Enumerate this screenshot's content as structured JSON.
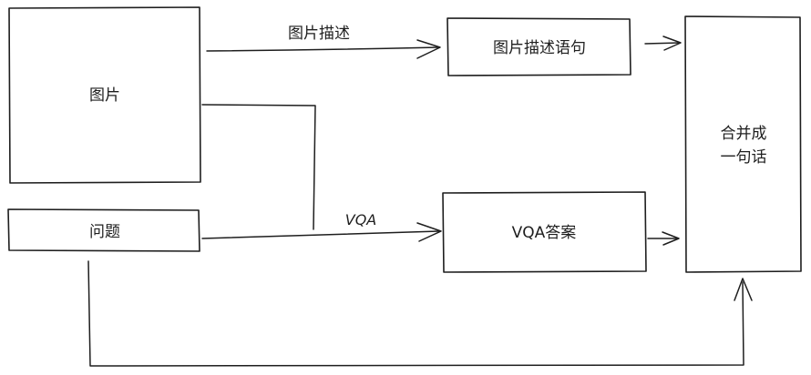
{
  "nodes": {
    "image": "图片",
    "question": "问题",
    "caption_sentence": "图片描述语句",
    "vqa_answer": "VQA答案",
    "merge_line1": "合并成",
    "merge_line2": "一句话"
  },
  "edges": {
    "caption": "图片描述",
    "vqa": "VQA"
  }
}
